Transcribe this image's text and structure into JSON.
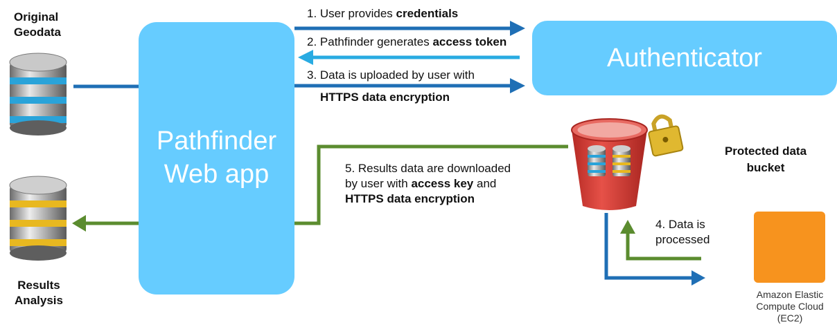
{
  "left": {
    "source_label_1": "Original",
    "source_label_2": "Geodata",
    "results_label_1": "Results",
    "results_label_2": "Analysis"
  },
  "webapp": {
    "line1": "Pathfinder",
    "line2": "Web app"
  },
  "authenticator": {
    "title": "Authenticator"
  },
  "steps": {
    "s1_pre": "1. User provides ",
    "s1_bold": "credentials",
    "s2_pre": "2. Pathfinder generates ",
    "s2_bold": "access token",
    "s3_line1": "3. Data is uploaded by user with",
    "s3_line2": "HTTPS data encryption",
    "s4_line1": "4. Data is",
    "s4_line2": "processed",
    "s5_line1": "5. Results data are downloaded",
    "s5_line2_pre": "by user with ",
    "s5_line2_bold": "access key",
    "s5_line2_post": " and",
    "s5_line3": "HTTPS data encryption"
  },
  "bucket": {
    "label_1": "Protected data",
    "label_2": "bucket"
  },
  "ec2": {
    "line1": "Amazon Elastic",
    "line2": "Compute Cloud",
    "line3": "(EC2)"
  },
  "icons": [
    "database-icon-blue",
    "database-icon-gold",
    "bucket-icon",
    "padlock-icon",
    "ec2-icon"
  ],
  "colors": {
    "light_blue": "#66ccff",
    "dark_blue_arrow": "#1f6fb5",
    "green_arrow": "#5b8c2f",
    "orange": "#f7931e",
    "bucket_red": "#d63a32"
  }
}
